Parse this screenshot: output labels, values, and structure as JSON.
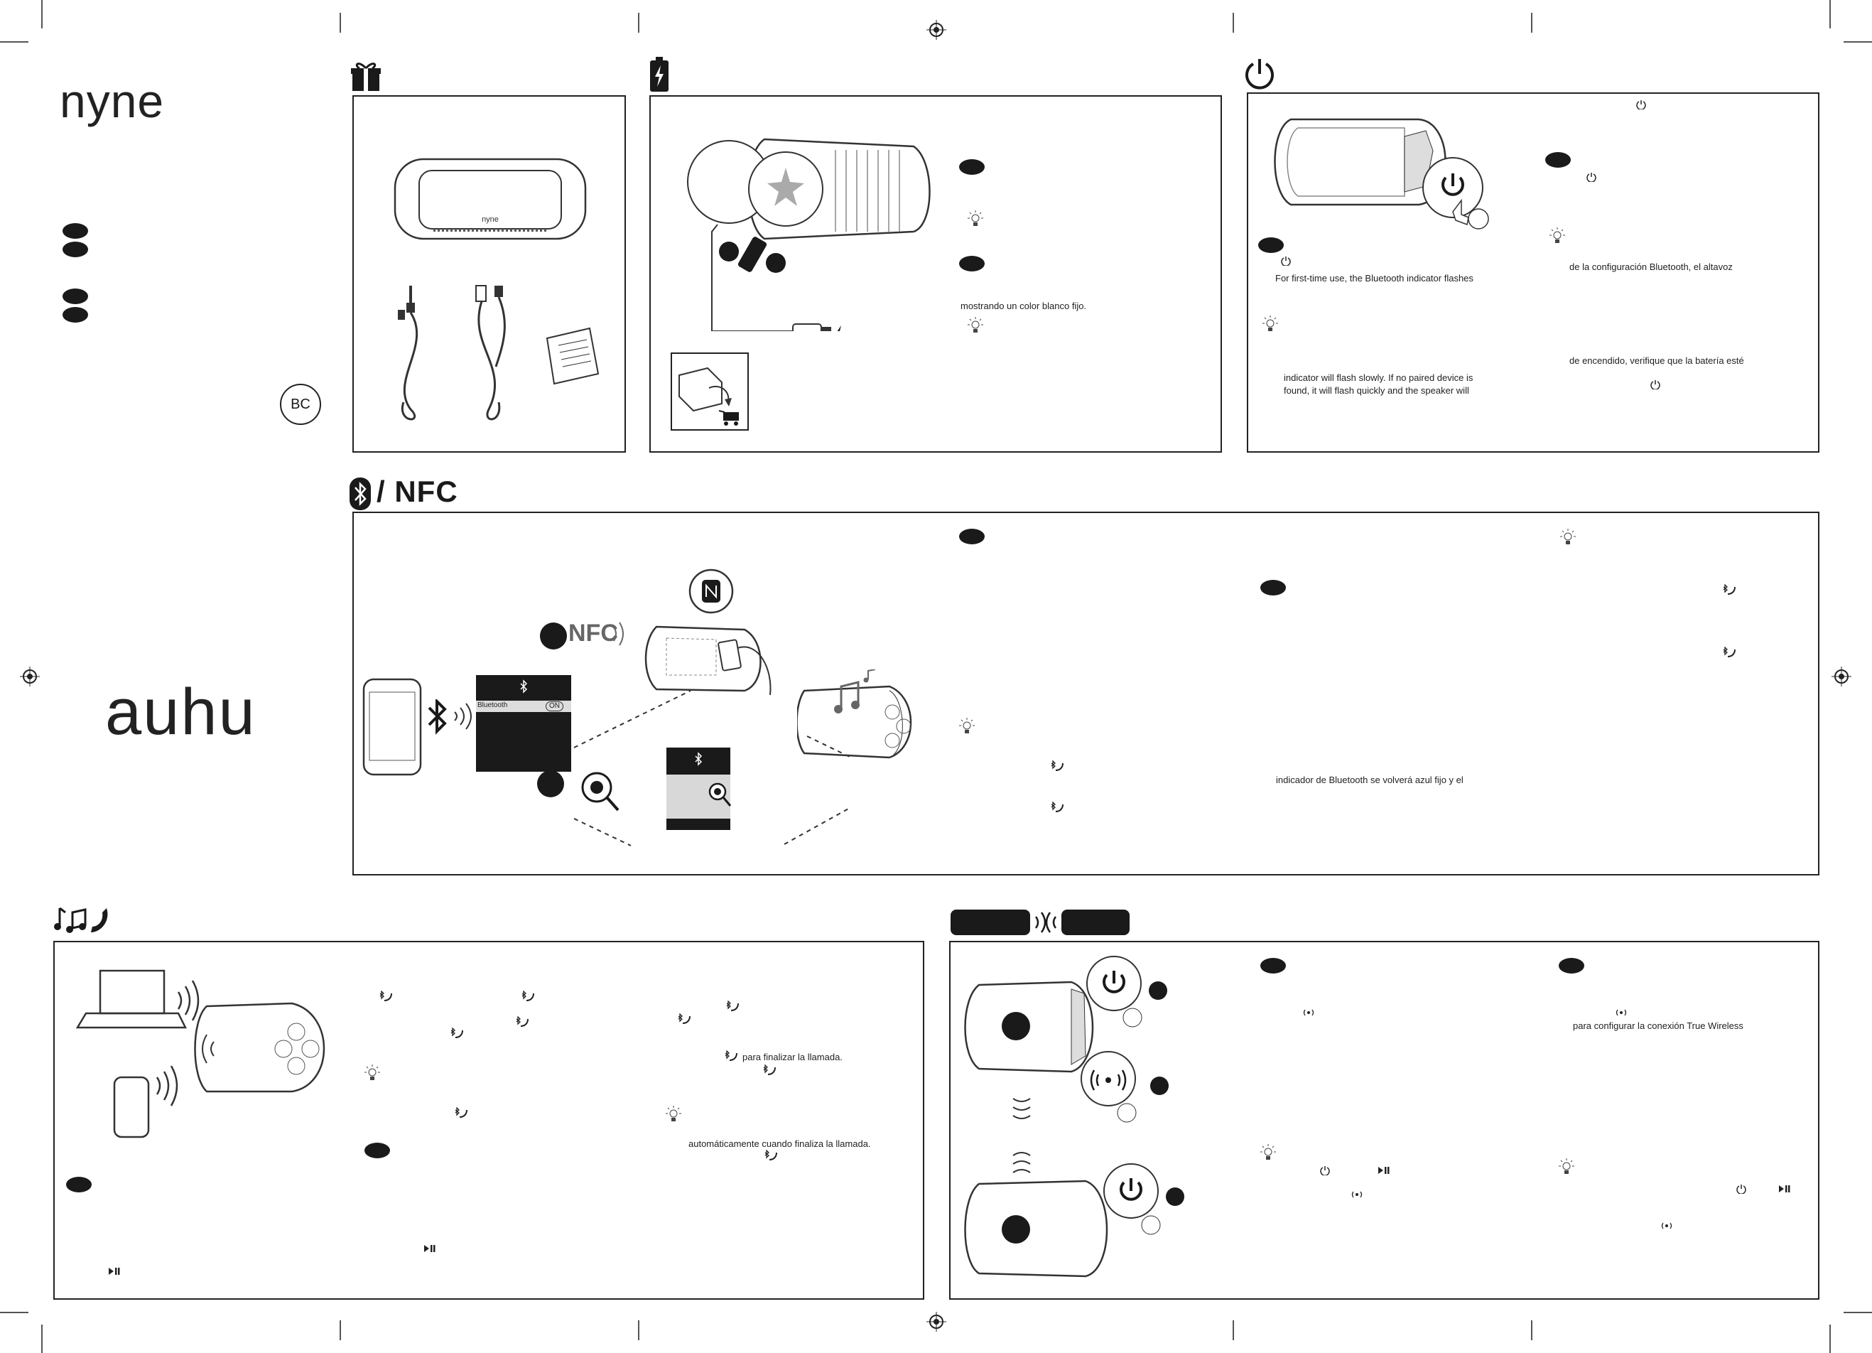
{
  "brand": {
    "logo_top": "nyne",
    "logo_product": "auhu",
    "certification_badge": "BC"
  },
  "icons": {
    "box": "gift-box-icon",
    "charge": "battery-charge-icon",
    "power": "power-icon",
    "bluetooth": "bluetooth-icon",
    "music_call": "music-call-icon",
    "tws": "true-wireless-pair-icon",
    "tip": "lightbulb-tip-icon",
    "cart": "shopping-cart-icon",
    "nfc": "nfc-icon",
    "search": "search-magnifier-icon"
  },
  "sections": {
    "bt_nfc_label": "/ NFC"
  },
  "charge_panel": {
    "text_solid_white": "mostrando un color blanco fijo."
  },
  "power_panel": {
    "text_first_use": "For first-time use, the Bluetooth indicator flashes",
    "text_flash_slowly": "indicator will flash slowly. If no paired device is",
    "text_flash_quickly": "found, it will flash quickly and the speaker will",
    "text_es_config": "de la configuración Bluetooth, el altavoz",
    "text_es_battery": "de encendido, verifique que la batería esté"
  },
  "pairing_panel": {
    "nfc_label": "NFC",
    "phone_setting_label": "Bluetooth",
    "phone_setting_value": "ON",
    "text_es_indicator": "indicador de Bluetooth se volverá azul fijo y el"
  },
  "music_panel": {
    "text_end_call": "para finalizar la llamada.",
    "text_auto_resume": "automáticamente cuando finaliza la llamada."
  },
  "tws_panel": {
    "text_tws_config": "para configurar la conexión True Wireless"
  }
}
